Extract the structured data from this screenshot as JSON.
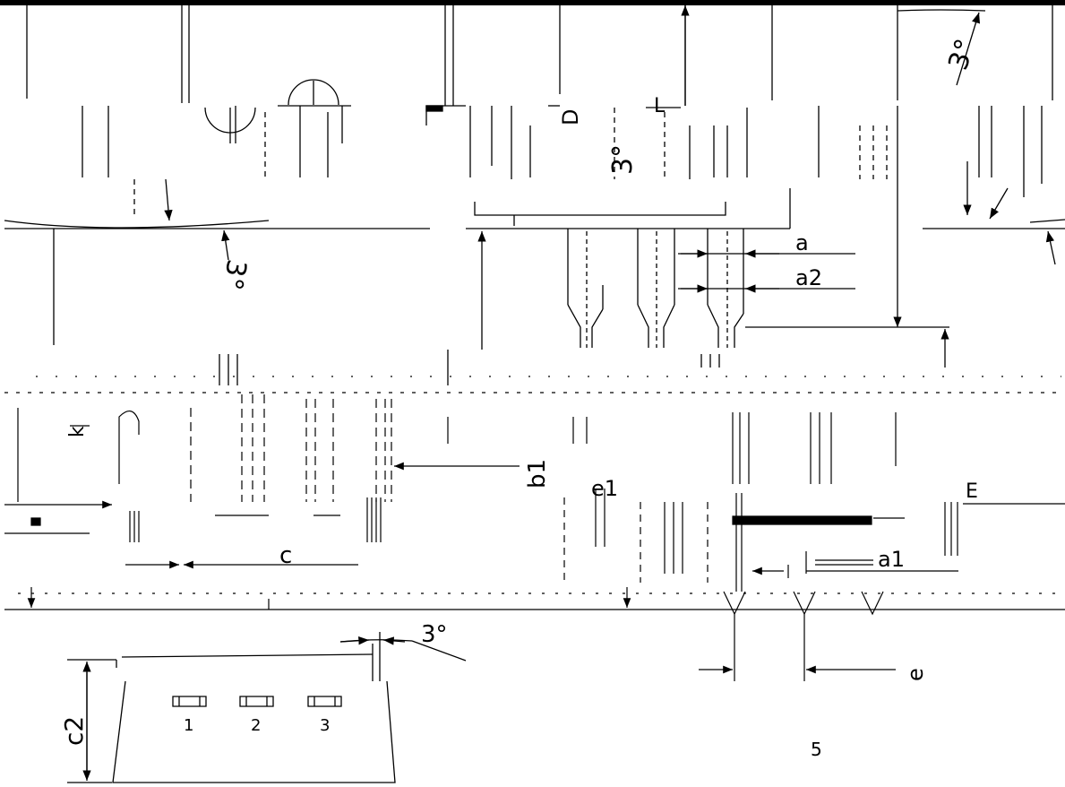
{
  "drawing": {
    "colors": {
      "ink": "#000000",
      "paper": "#ffffff"
    },
    "dimension_labels": {
      "angle_top_right": "3°",
      "angle_center": "3°",
      "angle_left": "3°",
      "angle_bottom": "3°",
      "e": "e",
      "e1": "e1",
      "a": "a",
      "a1": "a1",
      "a2": "a2",
      "b1": "b1",
      "c": "c",
      "c2": "c2",
      "k": "k",
      "D": "D",
      "L": "L",
      "E": "E"
    },
    "pin_numbers": [
      "1",
      "2",
      "3"
    ],
    "view_number": "5"
  }
}
